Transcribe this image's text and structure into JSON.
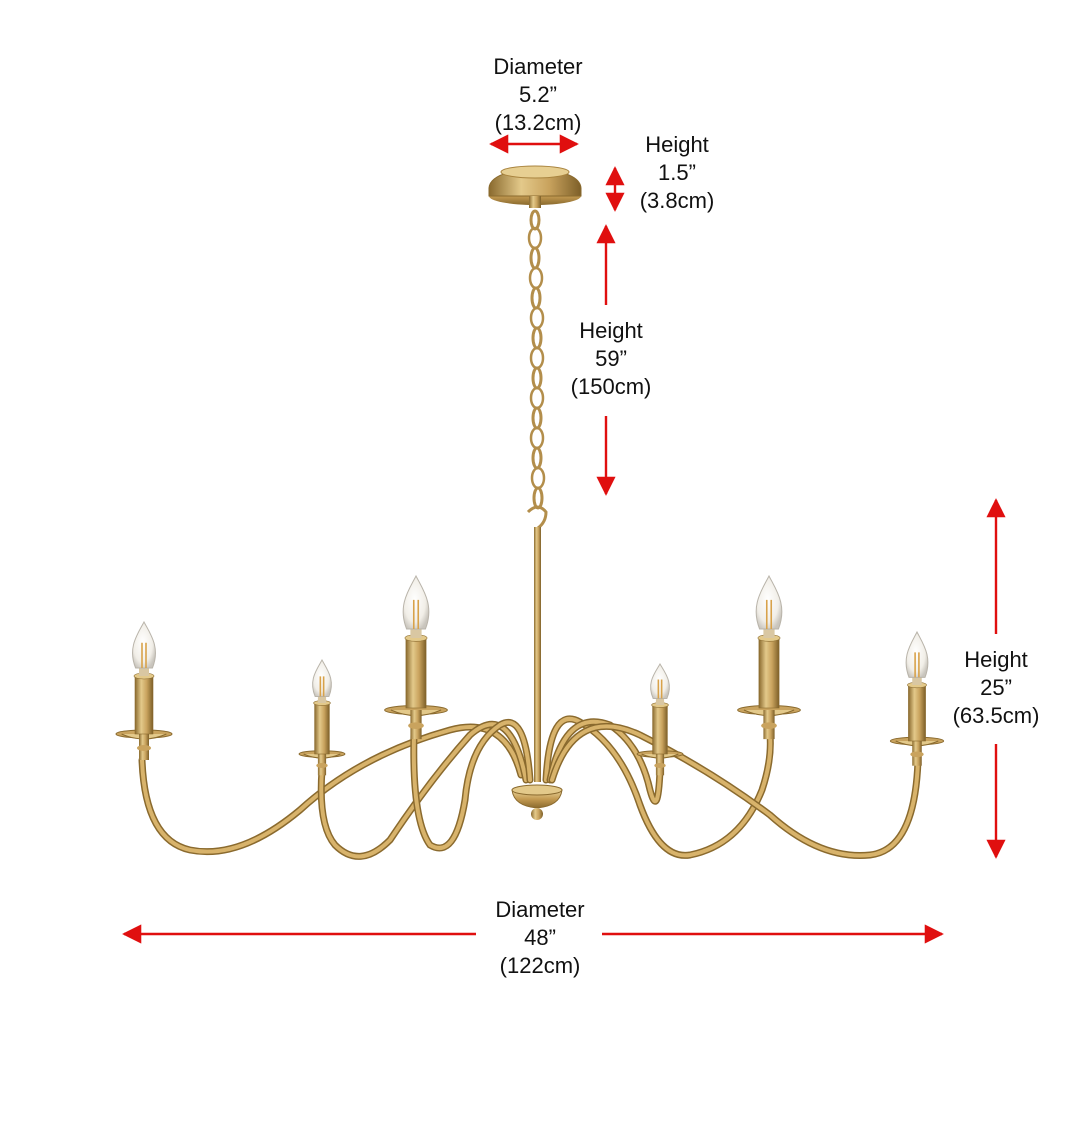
{
  "colors": {
    "arrow": "#e00f0f",
    "brass_light": "#e3c98a",
    "brass_mid": "#c9a35e",
    "brass_dark": "#8a6a2e",
    "bulb_glass": "#f4f1ea",
    "filament": "#d8a24a"
  },
  "dimensions": {
    "canopy_diameter": {
      "title": "Diameter",
      "imperial": "5.2”",
      "metric": "(13.2cm)"
    },
    "canopy_height": {
      "title": "Height",
      "imperial": "1.5”",
      "metric": "(3.8cm)"
    },
    "chain_height": {
      "title": "Height",
      "imperial": "59”",
      "metric": "(150cm)"
    },
    "body_height": {
      "title": "Height",
      "imperial": "25”",
      "metric": "(63.5cm)"
    },
    "overall_diameter": {
      "title": "Diameter",
      "imperial": "48”",
      "metric": "(122cm)"
    }
  },
  "product": {
    "bulb_count": 6,
    "icons": [
      "chandelier-image",
      "arrow-icon"
    ]
  }
}
